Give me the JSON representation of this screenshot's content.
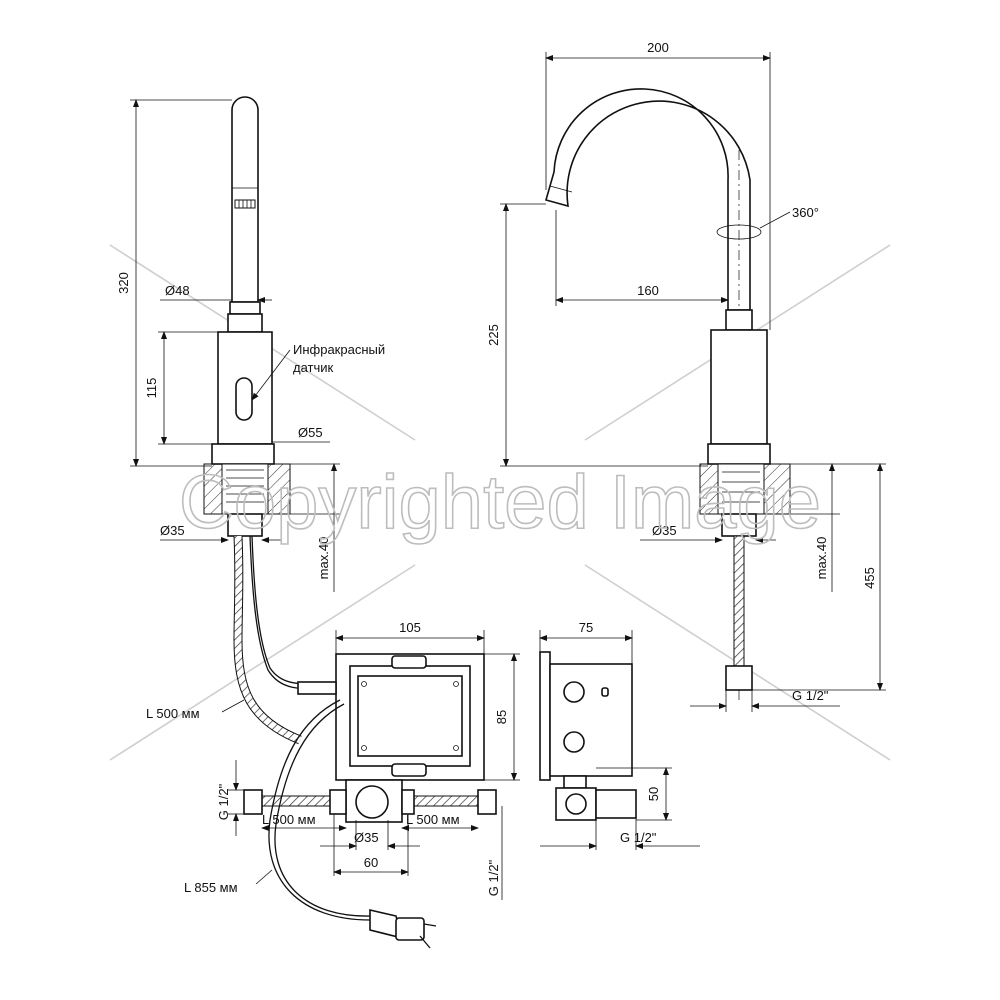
{
  "watermark": "Copyrighted Image",
  "front_view": {
    "height_total": "320",
    "spout_diameter": "Ø48",
    "body_height": "115",
    "body_diameter": "Ø55",
    "sensor_label_line1": "Инфракрасный",
    "sensor_label_line2": "датчик",
    "shank_diameter": "Ø35",
    "max_thickness": "max.40"
  },
  "side_view": {
    "width_total": "200",
    "rotation": "360°",
    "reach": "160",
    "height": "225",
    "shank_diameter": "Ø35",
    "max_thickness": "max.40",
    "overall_length": "455",
    "thread": "G 1/2\""
  },
  "control_box": {
    "width": "105",
    "height": "85",
    "depth": "75",
    "side_height": "50",
    "side_thread": "G 1/2\"",
    "hose_left": "L 500 мм",
    "hose_right": "L 500 мм",
    "hose_spout": "L 500 мм",
    "cable": "L 855 мм",
    "thread_left": "G 1/2\"",
    "thread_bottom": "G 1/2\"",
    "valve_diameter": "Ø35",
    "valve_spacing": "60"
  }
}
